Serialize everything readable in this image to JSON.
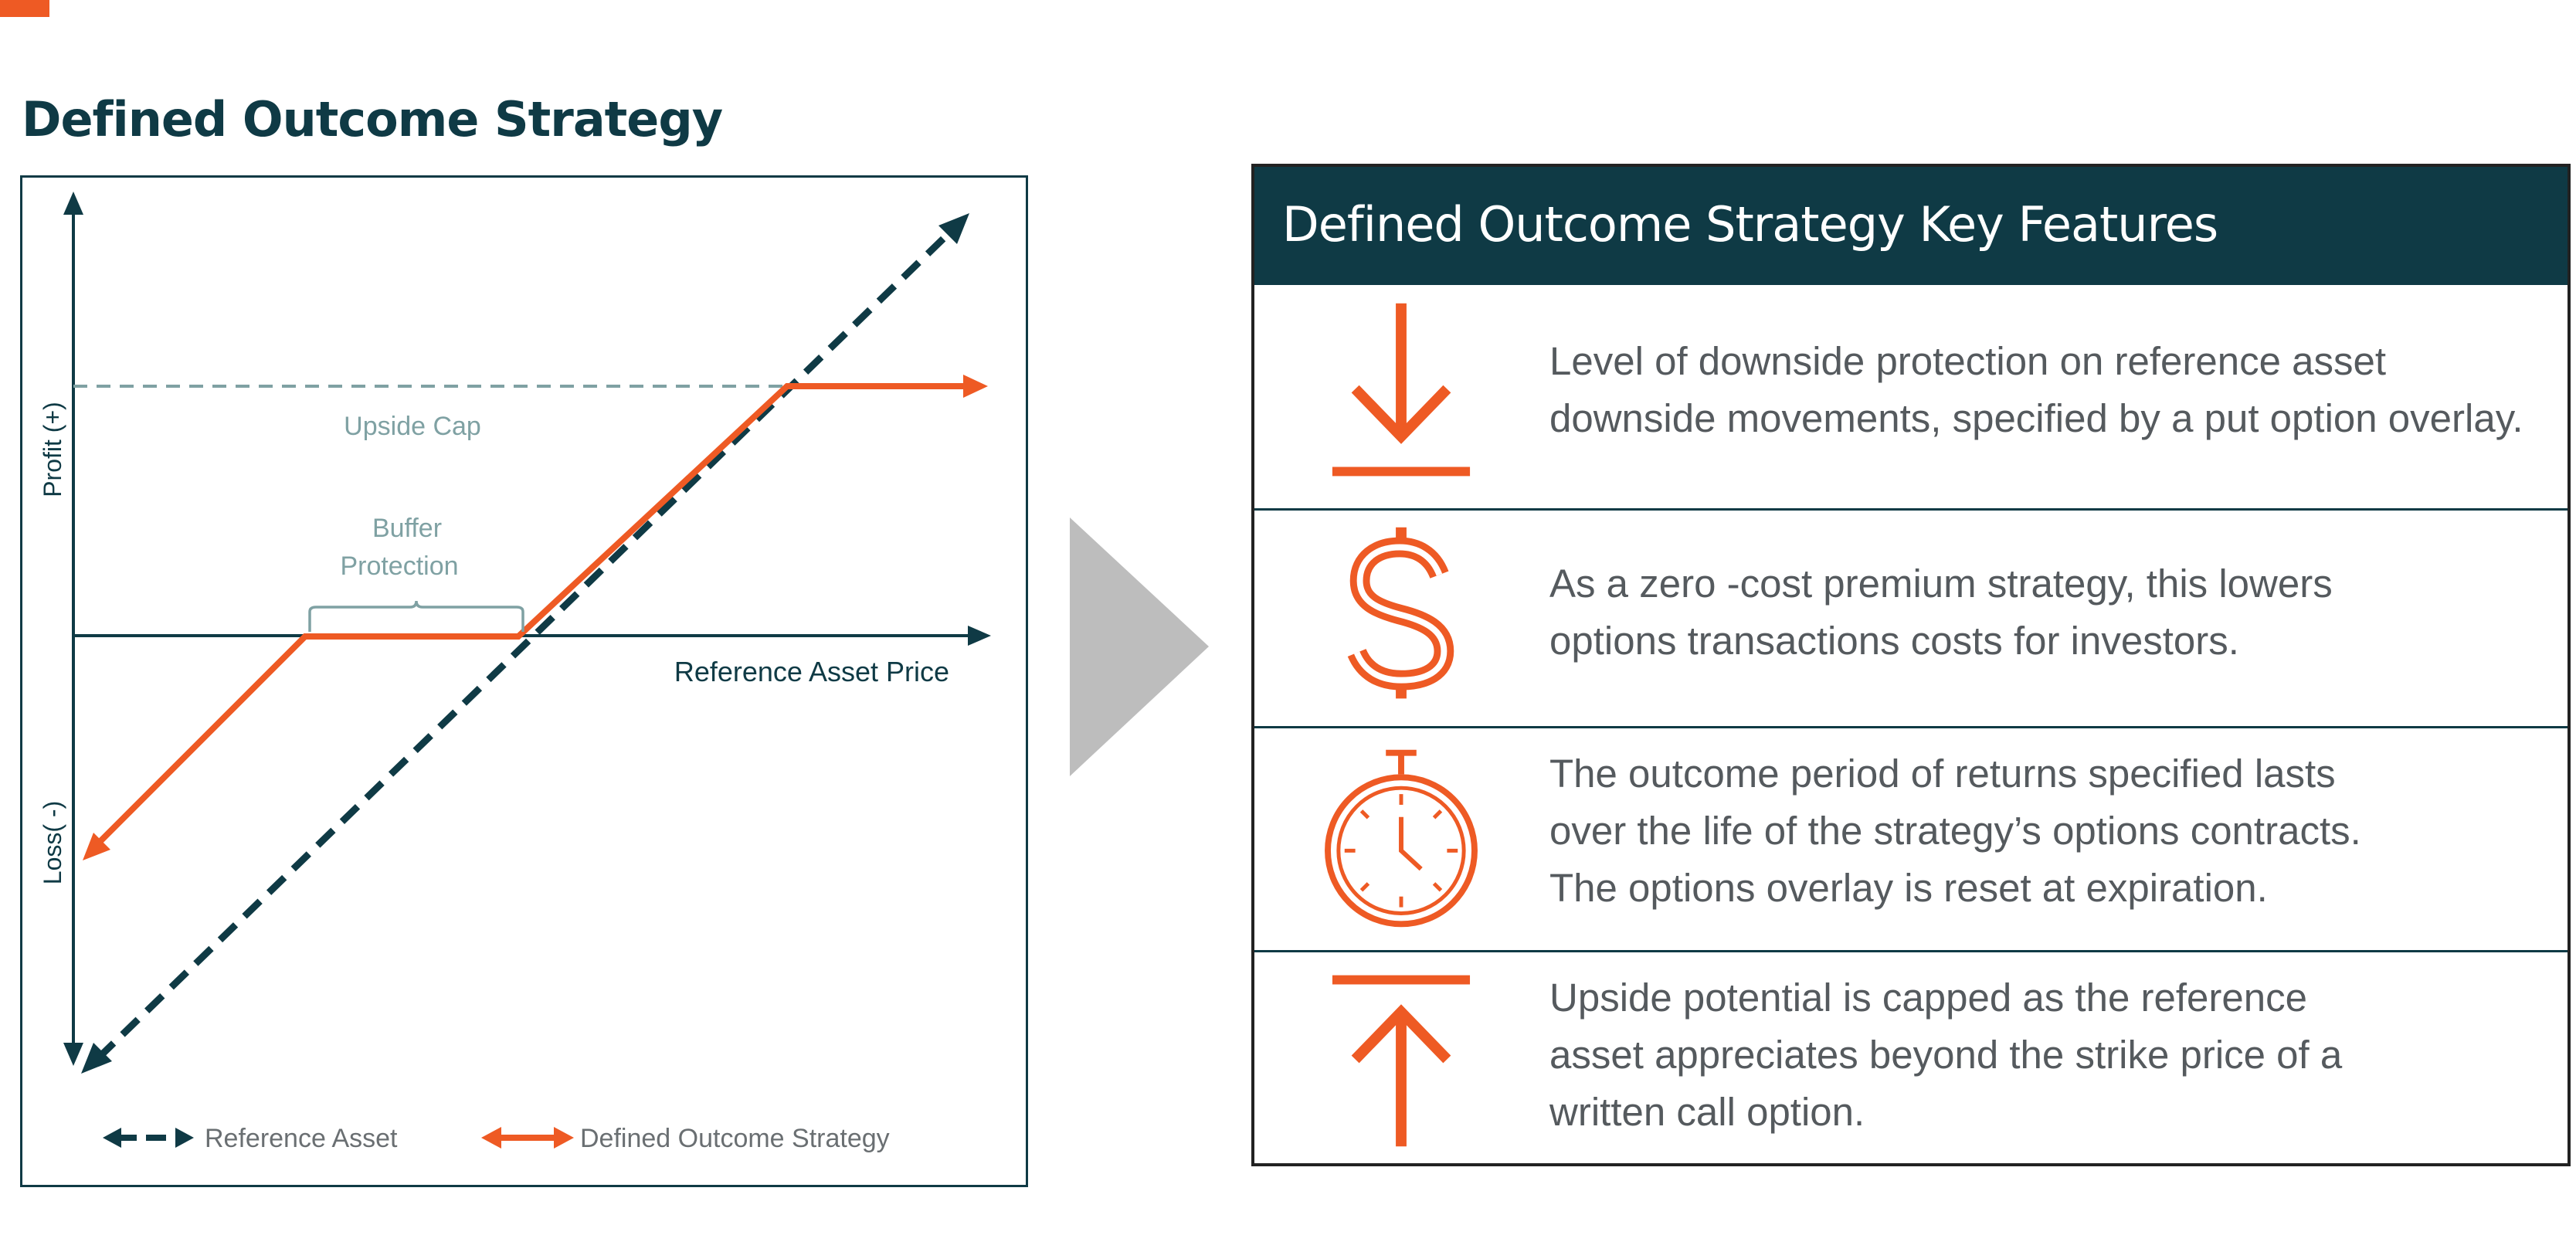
{
  "title": "Defined Outcome Strategy",
  "diagram": {
    "axes": {
      "x_label": "Reference Asset Price",
      "y_label_top": "Profit (+)",
      "y_label_bottom": "Loss(  -)"
    },
    "annotations": {
      "upside_cap": "Upside Cap",
      "buffer_line1": "Buffer",
      "buffer_line2": "Protection"
    },
    "legend": {
      "reference_asset": "Reference Asset",
      "defined_outcome": "Defined Outcome Strategy"
    },
    "colors": {
      "orange": "#ee5a24",
      "navy": "#0f3a45",
      "annotation": "#7fa1a3"
    }
  },
  "features": {
    "header": "Defined Outcome Strategy Key Features",
    "rows": [
      {
        "icon": "downside-protection-icon",
        "lines": [
          "Level of downside protection on reference asset",
          "downside movements, specified by a put option overlay."
        ]
      },
      {
        "icon": "dollar-icon",
        "lines": [
          "As a  zero -cost premium strategy, this lowers",
          "options transactions costs for investors."
        ]
      },
      {
        "icon": "stopwatch-icon",
        "lines": [
          "The outcome period of returns specified lasts",
          "over the life of the strategy’s options contracts.",
          "The options overlay is reset at expiration."
        ]
      },
      {
        "icon": "upside-cap-icon",
        "lines": [
          "Upside potential is capped as the reference",
          "asset appreciates beyond the strike price of a",
          "written call option."
        ]
      }
    ]
  }
}
